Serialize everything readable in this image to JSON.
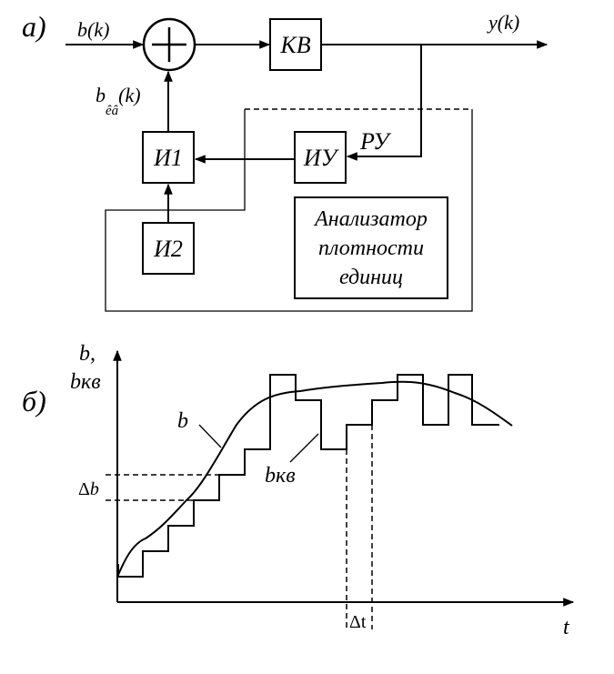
{
  "part_a": {
    "label": "а)",
    "input_signal": "b(k)",
    "output_signal": "y(k)",
    "feedback_signal_main": "b",
    "feedback_signal_sub": "êâ",
    "feedback_signal_arg": "(k)",
    "quantizer_label": "КВ",
    "integrator1_label": "И1",
    "integrator2_label": "И2",
    "measurement_label": "ИУ",
    "control_label": "РУ",
    "analyzer_line1": "Анализатор",
    "analyzer_line2": "плотности",
    "analyzer_line3": "единиц"
  },
  "part_b": {
    "label": "б)",
    "y_axis_line1": "b,",
    "y_axis_line2": "bкв",
    "x_axis_label": "t",
    "curve_b_label": "b",
    "curve_bkv_label": "bкв",
    "delta_b_label": "Δb",
    "delta_t_label": "Δt"
  }
}
